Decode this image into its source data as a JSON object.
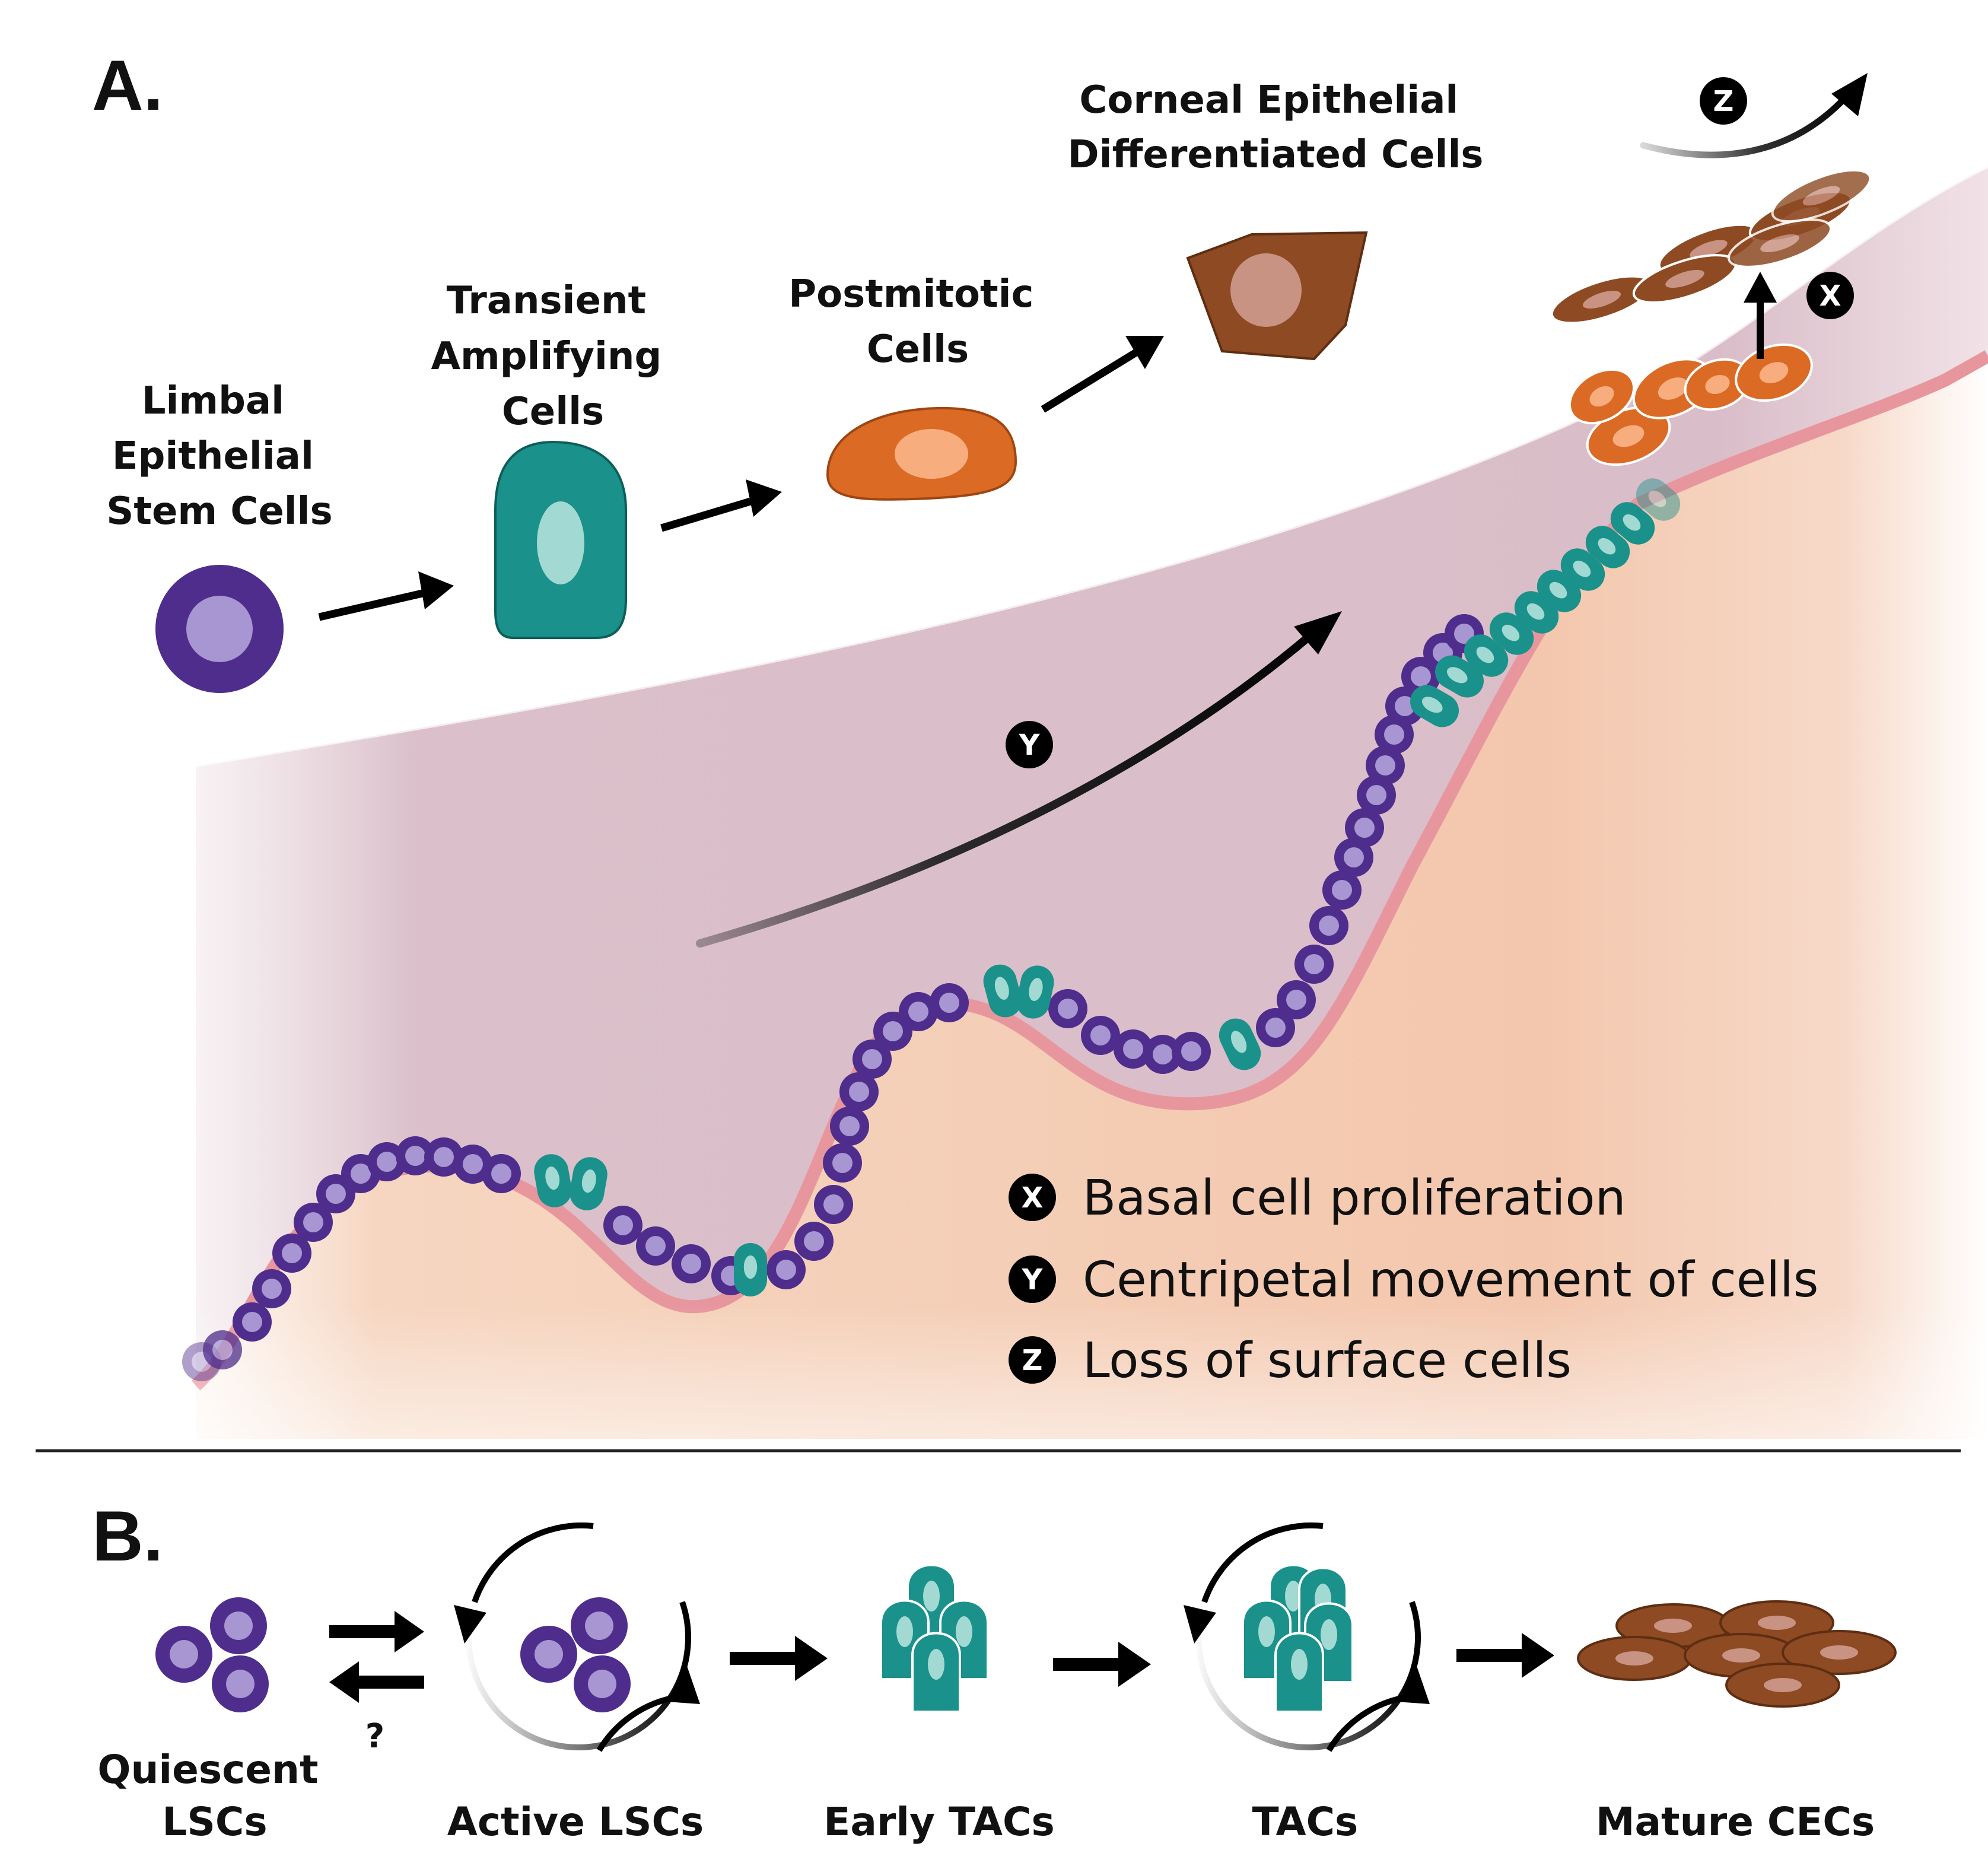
{
  "panel_a": {
    "label": "A.",
    "stages": [
      {
        "lines": [
          "Limbal",
          "Epithelial",
          "Stem Cells"
        ]
      },
      {
        "lines": [
          "Transient",
          "Amplifying",
          "Cells"
        ]
      },
      {
        "lines": [
          "Postmitotic",
          "Cells"
        ]
      },
      {
        "lines": [
          "Corneal Epithelial",
          "Differentiated Cells"
        ]
      }
    ],
    "markers": {
      "x": "X",
      "y": "Y",
      "z": "Z"
    },
    "legend": [
      {
        "badge": "X",
        "text": "Basal cell proliferation"
      },
      {
        "badge": "Y",
        "text": "Centripetal movement of cells"
      },
      {
        "badge": "Z",
        "text": "Loss of surface cells"
      }
    ]
  },
  "panel_b": {
    "label": "B.",
    "question_mark": "?",
    "stages": [
      {
        "lines": [
          "Quiescent",
          "LSCs"
        ]
      },
      {
        "lines": [
          "Active LSCs"
        ]
      },
      {
        "lines": [
          "Early TACs"
        ]
      },
      {
        "lines": [
          "TACs"
        ]
      },
      {
        "lines": [
          "Mature CECs"
        ]
      }
    ]
  },
  "colors": {
    "stem_cell": "#4f2d8c",
    "stem_nucleus": "#a896d2",
    "tac_cell": "#1a918a",
    "tac_nucleus": "#a3d9d3",
    "postmitotic_cell": "#db6a25",
    "postmitotic_nucleus": "#f8ad7e",
    "differentiated_cell": "#8d4a23",
    "differentiated_nucleus": "#c89382",
    "epithelium": "#dbc1cb",
    "stroma": "#f5d3bd",
    "basement": "#e8969d"
  }
}
